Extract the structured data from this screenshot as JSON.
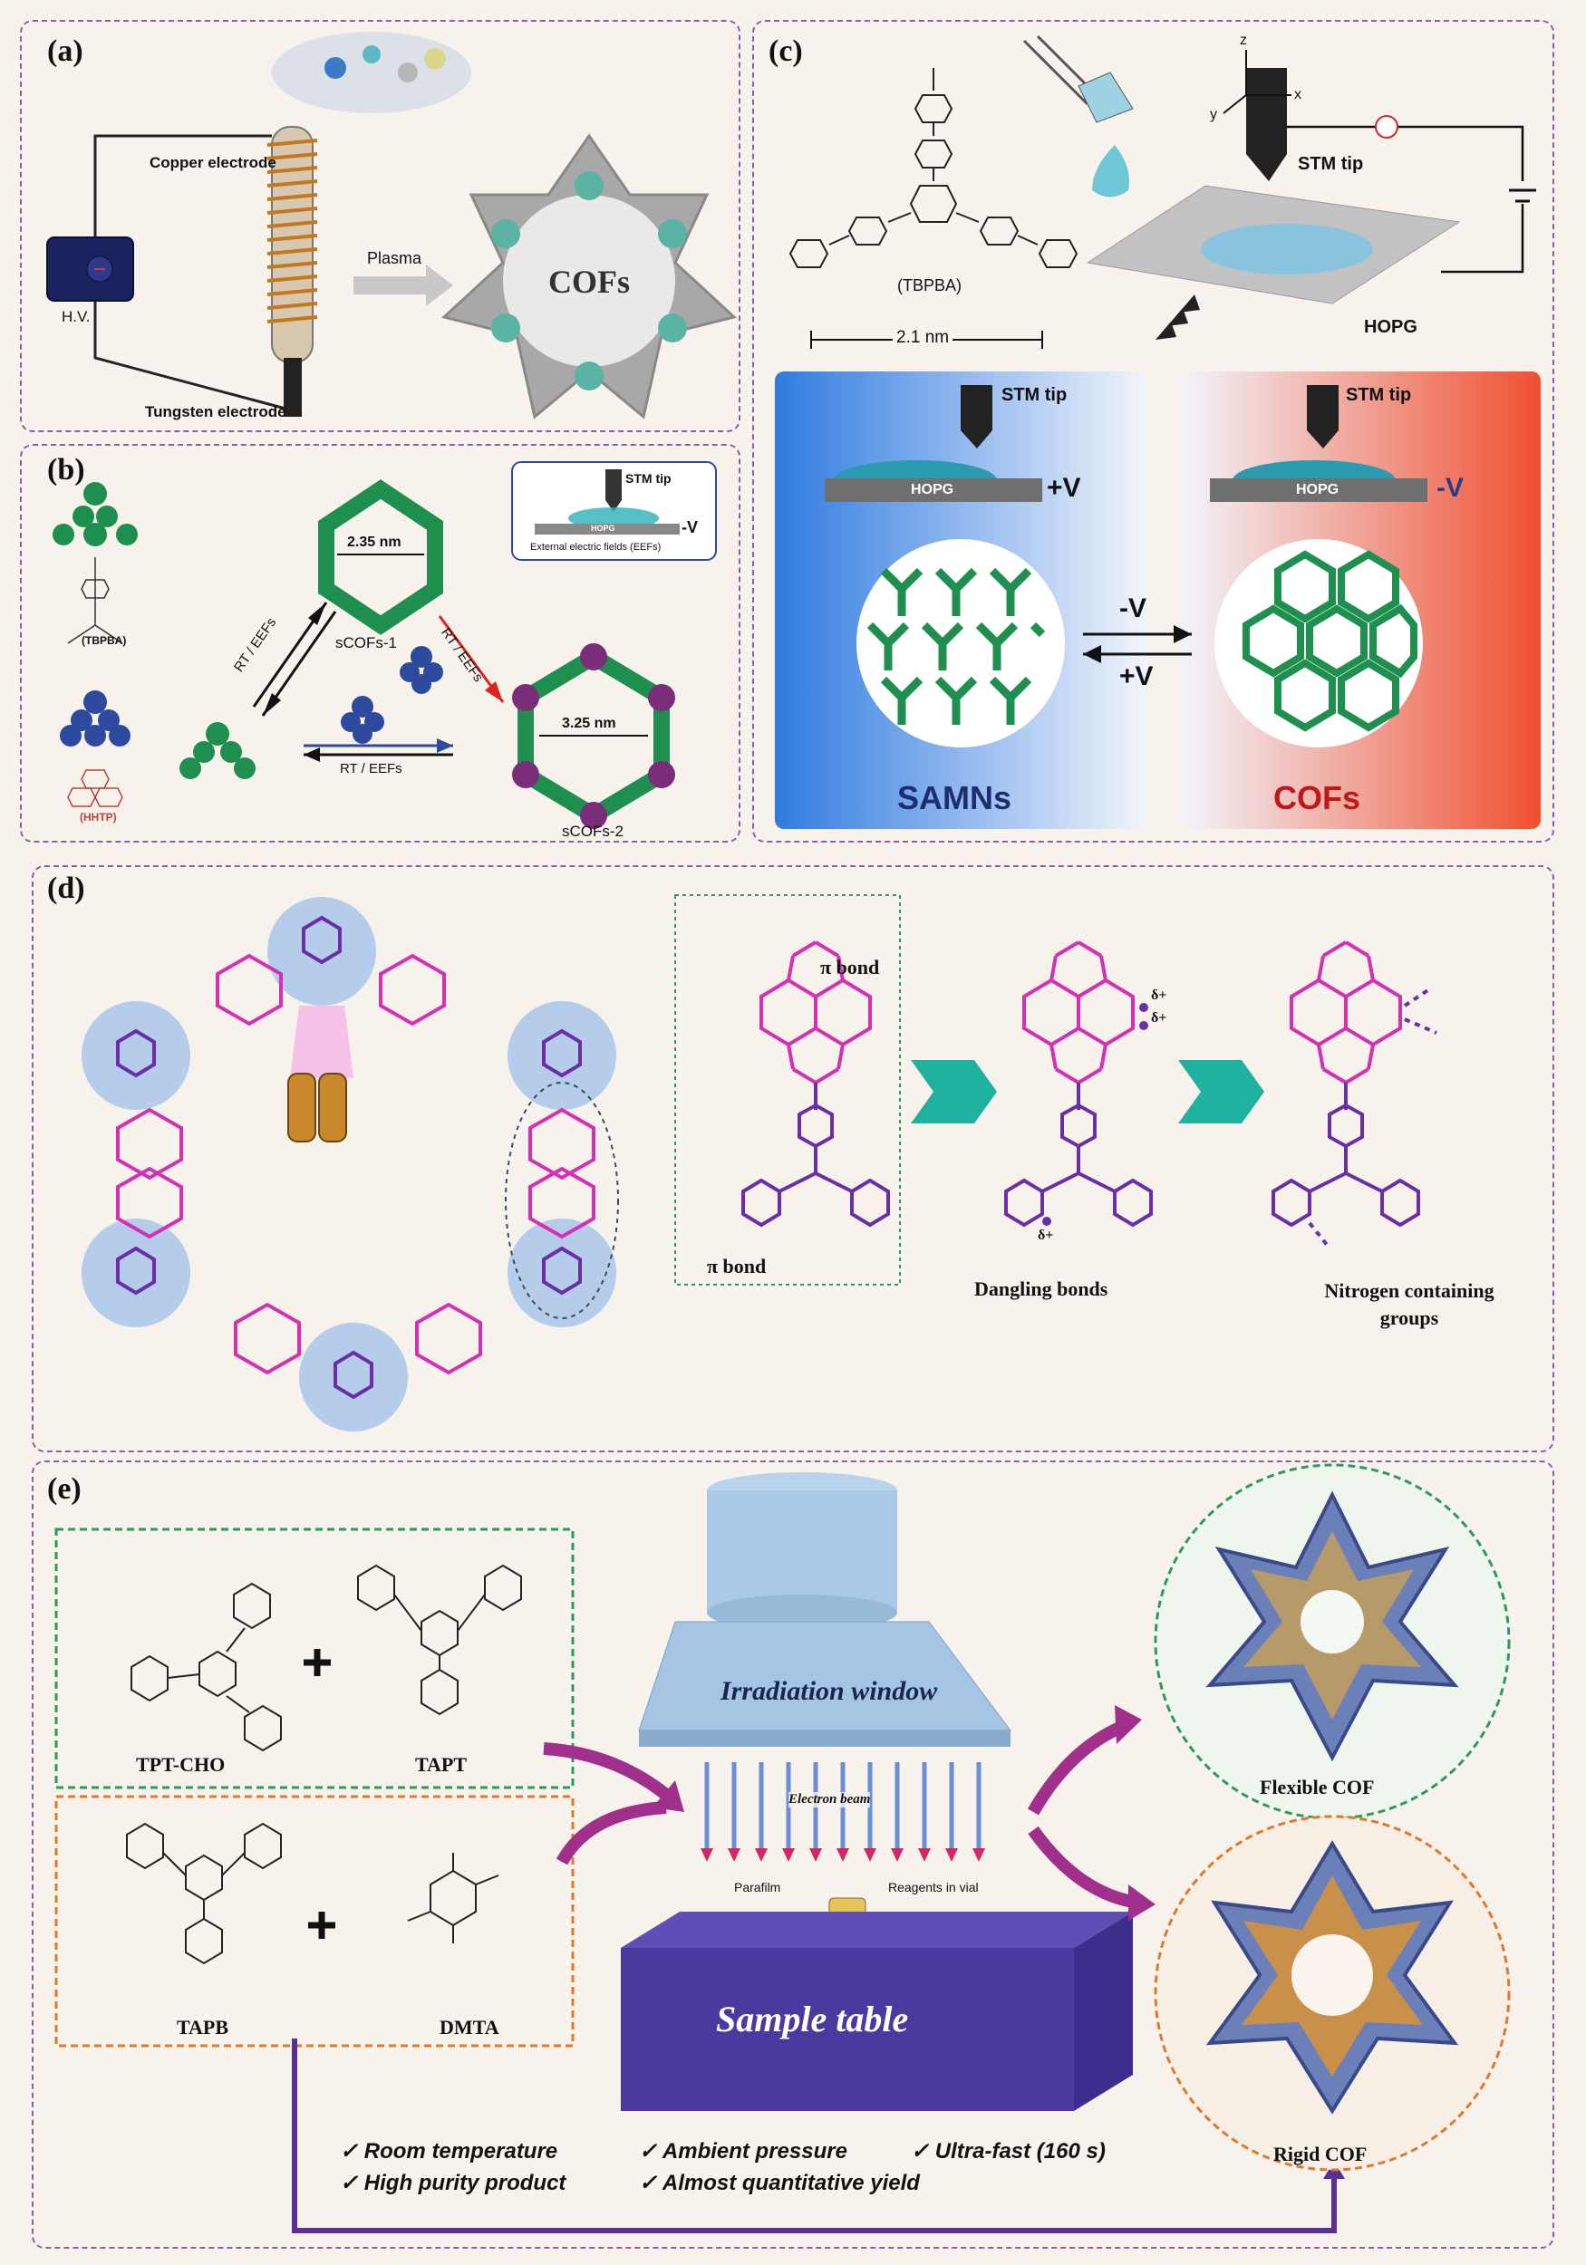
{
  "panels": {
    "a": {
      "label": "(a)",
      "copper_electrode": "Copper electrode",
      "tungsten_electrode": "Tungsten electrode",
      "hv": "H.V.",
      "plasma": "Plasma",
      "cofs": "COFs"
    },
    "b": {
      "label": "(b)",
      "tbpba": "(TBPBA)",
      "hhtp": "(HHTP)",
      "stm_tip": "STM tip",
      "hopg": "HOPG",
      "minus_v": "-V",
      "eef": "External electric fields (EEFs)",
      "dist1": "2.35 nm",
      "scofs1": "sCOFs-1",
      "rt_eefs": "RT / EEFs",
      "dist2": "3.25 nm",
      "scofs2": "sCOFs-2"
    },
    "c": {
      "label": "(c)",
      "tbpba": "(TBPBA)",
      "width": "2.1 nm",
      "stm_tip": "STM tip",
      "hopg": "HOPG",
      "plus_v": "+V",
      "minus_v": "-V",
      "samns": "SAMNs",
      "cofs": "COFs",
      "axis_x": "x",
      "axis_y": "y",
      "axis_z": "z"
    },
    "d": {
      "label": "(d)",
      "pi_bond": "π bond",
      "dangling": "Dangling bonds",
      "nitrogen": "Nitrogen containing groups",
      "delta": "δ+"
    },
    "e": {
      "label": "(e)",
      "tpt_cho": "TPT-CHO",
      "tapt": "TAPT",
      "tapb": "TAPB",
      "dmta": "DMTA",
      "irradiation": "Irradiation window",
      "electron_beam": "Electron beam",
      "parafilm": "Parafilm",
      "reagents": "Reagents in vial",
      "sample_table": "Sample table",
      "flexible": "Flexible COF",
      "rigid": "Rigid COF",
      "features": [
        "Room temperature",
        "Ambient pressure",
        "Ultra-fast (160 s)",
        "High purity product",
        "Almost quantitative yield"
      ]
    }
  },
  "colors": {
    "panel_border": "#8b5fa8",
    "green": "#1e8f4e",
    "blue": "#2e4a9e",
    "magenta": "#d62fb4",
    "purple": "#6a2ea8",
    "teal": "#21b3a2"
  },
  "icons": [
    "check-icon",
    "plus-icon",
    "arrow-icon",
    "stm-tip-icon"
  ]
}
